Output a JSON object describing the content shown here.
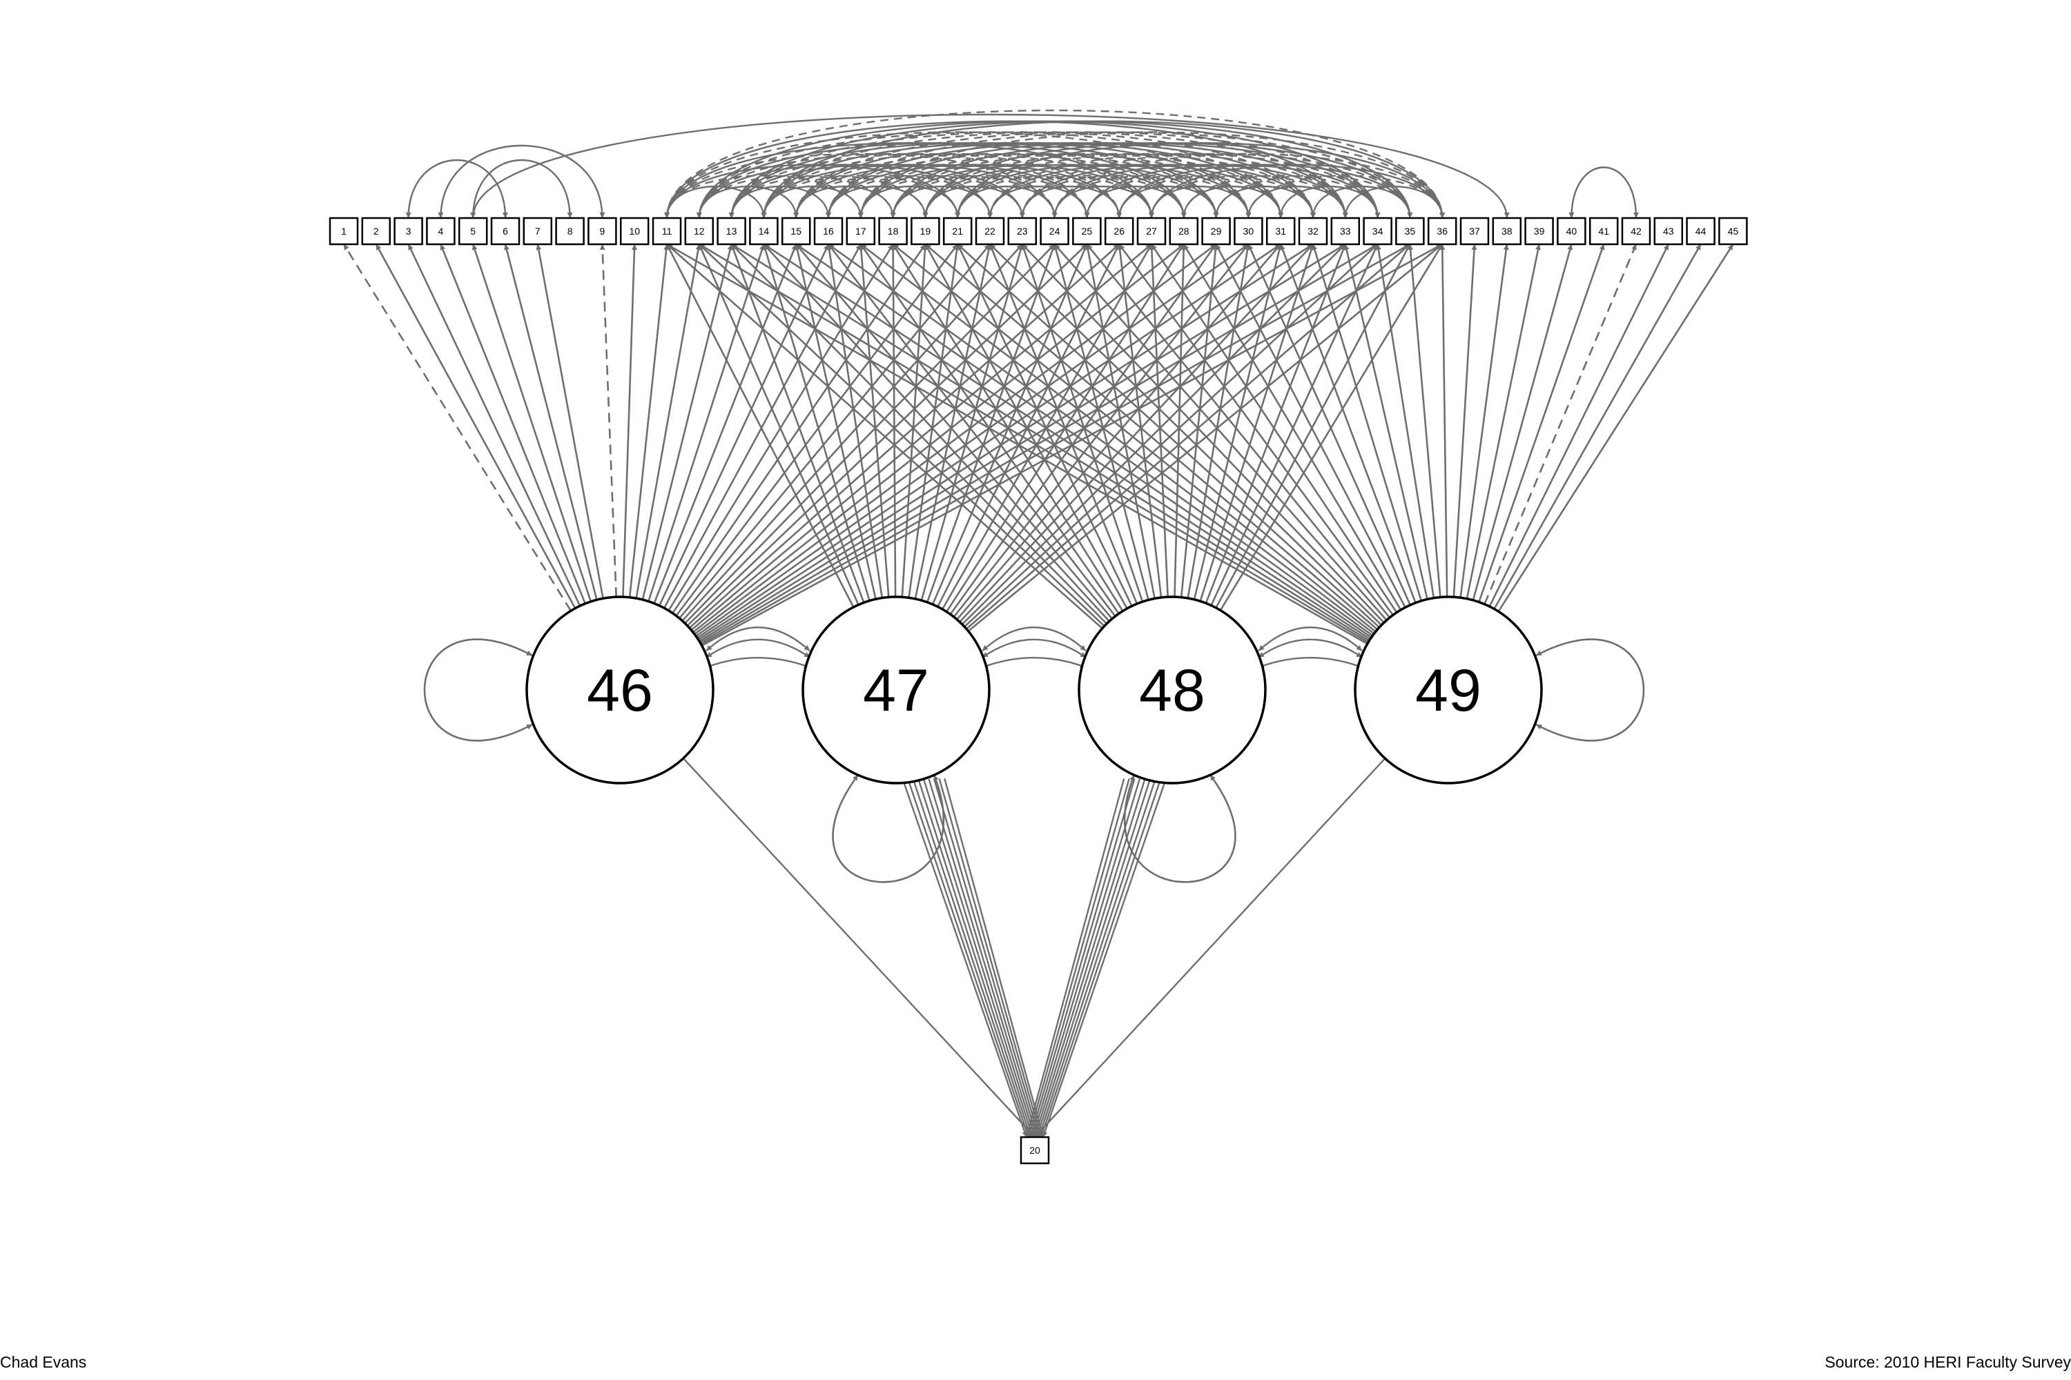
{
  "indicators": [
    "1",
    "2",
    "3",
    "4",
    "5",
    "6",
    "7",
    "8",
    "9",
    "10",
    "11",
    "12",
    "13",
    "14",
    "15",
    "16",
    "17",
    "18",
    "19",
    "21",
    "22",
    "23",
    "24",
    "25",
    "26",
    "27",
    "28",
    "29",
    "30",
    "31",
    "32",
    "33",
    "34",
    "35",
    "36",
    "37",
    "38",
    "39",
    "40",
    "41",
    "42",
    "43",
    "44",
    "45"
  ],
  "latents": [
    "46",
    "47",
    "48",
    "49"
  ],
  "outcome": "20",
  "loadings": {
    "46": [
      "1",
      "2",
      "3",
      "4",
      "5",
      "6",
      "7",
      "9",
      "10",
      "11",
      "12",
      "13",
      "14",
      "15",
      "16",
      "17",
      "18",
      "19",
      "21",
      "22",
      "23",
      "24",
      "25",
      "26",
      "27",
      "28",
      "29",
      "30",
      "31",
      "32",
      "33",
      "34",
      "35",
      "36"
    ],
    "47": [
      "11",
      "12",
      "13",
      "14",
      "15",
      "16",
      "17",
      "18",
      "19",
      "21",
      "22",
      "23",
      "24",
      "25",
      "26",
      "27",
      "28",
      "29",
      "30",
      "31",
      "32",
      "33",
      "34",
      "35",
      "36"
    ],
    "48": [
      "11",
      "12",
      "13",
      "14",
      "15",
      "16",
      "17",
      "18",
      "19",
      "21",
      "22",
      "23",
      "24",
      "25",
      "26",
      "27",
      "28",
      "29",
      "30",
      "31",
      "32",
      "33",
      "34",
      "35",
      "36"
    ],
    "49": [
      "11",
      "12",
      "13",
      "14",
      "15",
      "16",
      "17",
      "18",
      "19",
      "21",
      "22",
      "23",
      "24",
      "25",
      "26",
      "27",
      "28",
      "29",
      "30",
      "31",
      "32",
      "33",
      "34",
      "35",
      "36",
      "37",
      "38",
      "39",
      "40",
      "41",
      "42",
      "43",
      "44",
      "45"
    ]
  },
  "dashed_loadings": [
    [
      "46",
      "1"
    ],
    [
      "46",
      "9"
    ],
    [
      "49",
      "42"
    ]
  ],
  "indicator_covariances": [
    [
      "3",
      "6"
    ],
    [
      "4",
      "9"
    ],
    [
      "5",
      "8"
    ],
    [
      "40",
      "42"
    ],
    [
      "5",
      "38"
    ]
  ],
  "style": {
    "edge_color": "#6e6e6e",
    "node_stroke": "#000000"
  },
  "footer": {
    "author": "Chad Evans",
    "source": "Source: 2010 HERI Faculty Survey"
  }
}
